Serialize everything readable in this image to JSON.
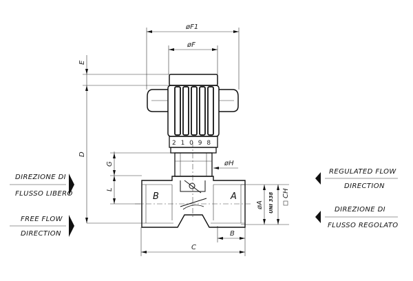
{
  "dimensions": {
    "f1": "øF1",
    "f": "øF",
    "e": "E",
    "d": "D",
    "g": "G",
    "l": "L",
    "h": "øH",
    "a": "øA",
    "uni": "UNI 338",
    "ch": "CH",
    "b": "B",
    "c": "C"
  },
  "knob_scale": "2 1 0 9 8",
  "ports": {
    "left": "B",
    "right": "A"
  },
  "labels": {
    "left_top_1": "DIREZIONE DI",
    "left_top_2": "FLUSSO LIBERO",
    "left_bottom_1": "FREE FLOW",
    "left_bottom_2": "DIRECTION",
    "right_top_1": "REGULATED FLOW",
    "right_top_2": "DIRECTION",
    "right_bottom_1": "DIREZIONE DI",
    "right_bottom_2": "FLUSSO REGOLATO"
  },
  "colors": {
    "line": "#111111",
    "background": "#ffffff"
  }
}
